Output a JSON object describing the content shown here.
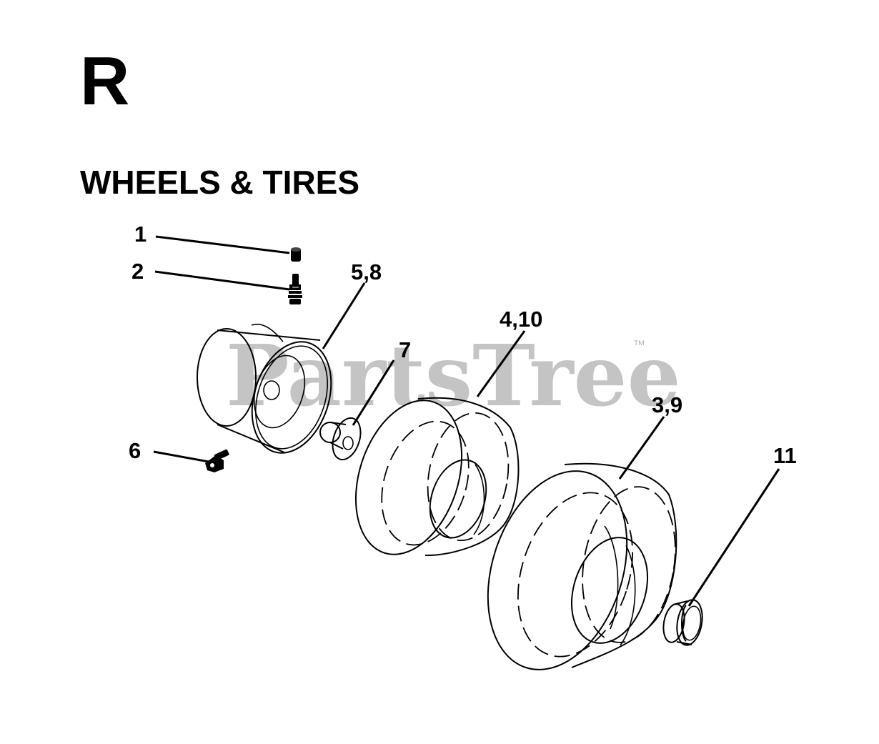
{
  "section": {
    "letter": "R",
    "title": "WHEELS & TIRES"
  },
  "watermark": {
    "text": "PartsTree",
    "trademark": "™"
  },
  "callouts": {
    "c1": "1",
    "c2": "2",
    "c3_9": "3,9",
    "c4_10": "4,10",
    "c5_8": "5,8",
    "c6": "6",
    "c7": "7",
    "c11": "11"
  }
}
